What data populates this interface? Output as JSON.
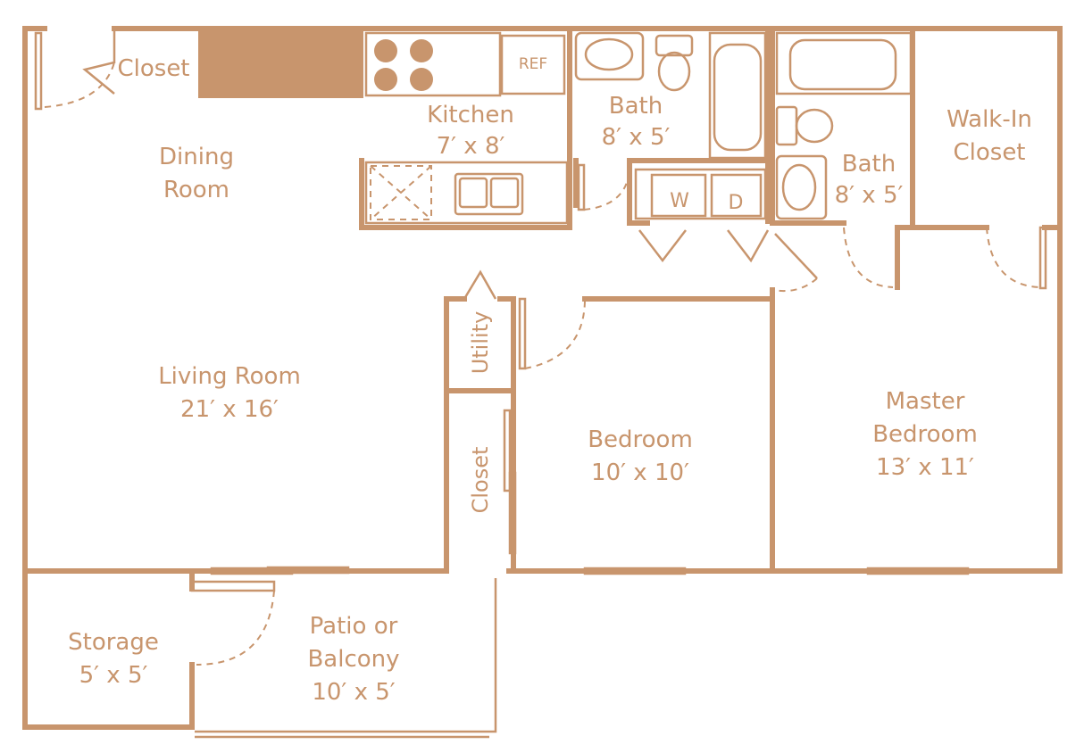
{
  "accent_color": "#C8956D",
  "rooms": {
    "closet_top": "Closet",
    "kitchen": {
      "name": "Kitchen",
      "size": "7′ x 8′"
    },
    "ref": "REF",
    "bath1": {
      "name": "Bath",
      "size": "8′ x 5′"
    },
    "bath2": {
      "name": "Bath",
      "size": "8′ x 5′"
    },
    "walkin": {
      "line1": "Walk-In",
      "line2": "Closet"
    },
    "dining": {
      "line1": "Dining",
      "line2": "Room"
    },
    "living": {
      "name": "Living Room",
      "size": "21′ x 16′"
    },
    "utility": "Utility",
    "closet_mid": "Closet",
    "bedroom": {
      "name": "Bedroom",
      "size": "10′ x 10′"
    },
    "master": {
      "line1": "Master",
      "line2": "Bedroom",
      "size": "13′ x 11′"
    },
    "storage": {
      "name": "Storage",
      "size": "5′ x 5′"
    },
    "patio": {
      "line1": "Patio or",
      "line2": "Balcony",
      "size": "10′ x 5′"
    }
  },
  "appliances": {
    "washer": "W",
    "dryer": "D"
  }
}
